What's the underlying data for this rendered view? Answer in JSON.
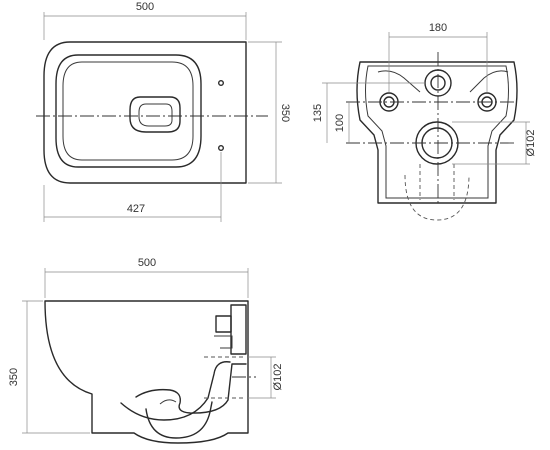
{
  "top_view": {
    "width_label": "500",
    "depth_label": "350",
    "inner_label": "427"
  },
  "rear_view": {
    "spacing_label": "180",
    "height_a_label": "135",
    "height_b_label": "100",
    "pipe_label": "Ø102"
  },
  "side_view": {
    "width_label": "500",
    "height_label": "350",
    "pipe_label": "Ø102"
  }
}
